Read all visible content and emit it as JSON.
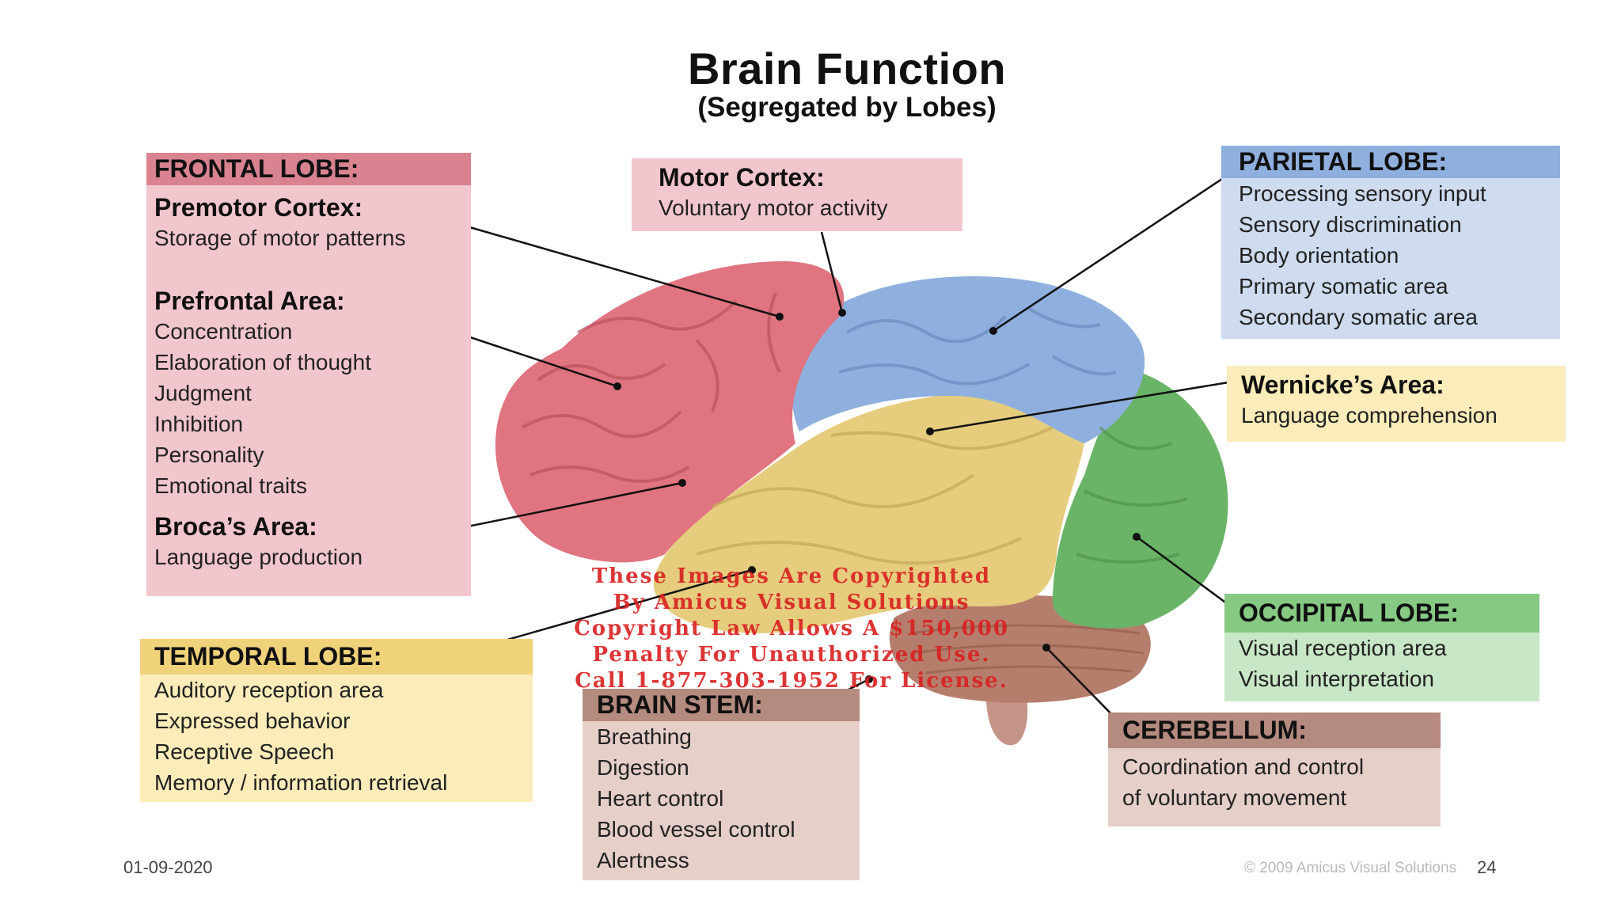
{
  "title": "Brain Function",
  "subtitle": "(Segregated by Lobes)",
  "frontal": {
    "header": "FRONTAL LOBE:",
    "premotor_title": "Premotor Cortex:",
    "premotor_items": [
      "Storage of motor patterns"
    ],
    "prefrontal_title": "Prefrontal Area:",
    "prefrontal_items": [
      "Concentration",
      "Elaboration of thought",
      "Judgment",
      "Inhibition",
      "Personality",
      "Emotional traits"
    ],
    "broca_title": "Broca’s Area:",
    "broca_items": [
      "Language production"
    ]
  },
  "motor": {
    "title": "Motor Cortex:",
    "items": [
      "Voluntary motor activity"
    ]
  },
  "parietal": {
    "header": "PARIETAL LOBE:",
    "items": [
      "Processing sensory input",
      "Sensory discrimination",
      "Body orientation",
      "Primary somatic area",
      "Secondary somatic area"
    ]
  },
  "wernicke": {
    "title": "Wernicke’s Area:",
    "items": [
      "Language comprehension"
    ]
  },
  "occipital": {
    "header": "OCCIPITAL LOBE:",
    "items": [
      "Visual reception area",
      "Visual interpretation"
    ]
  },
  "temporal": {
    "header": "TEMPORAL LOBE:",
    "items": [
      "Auditory reception area",
      "Expressed behavior",
      "Receptive Speech",
      "Memory / information retrieval"
    ]
  },
  "brainstem": {
    "header": "BRAIN STEM:",
    "items": [
      "Breathing",
      "Digestion",
      "Heart control",
      "Blood vessel control",
      "Alertness"
    ]
  },
  "cerebellum": {
    "header": "CEREBELLUM:",
    "items": [
      "Coordination and control",
      "of voluntary movement"
    ]
  },
  "watermark": [
    "These Images Are Copyrighted",
    "By Amicus Visual Solutions",
    "Copyright Law Allows A $150,000",
    "Penalty For Unauthorized Use.",
    "Call 1-877-303-1952 For License."
  ],
  "copyright_note": "© 2009 Amicus Visual Solutions",
  "footer": {
    "date": "01-09-2020",
    "page": "24"
  },
  "colors": {
    "frontal": "#e07480",
    "parietal": "#8fb0de",
    "temporal": "#e6cd7e",
    "occipital": "#6ab468",
    "cerebellum": "#b57d6c",
    "brainstem": "#c59488"
  }
}
